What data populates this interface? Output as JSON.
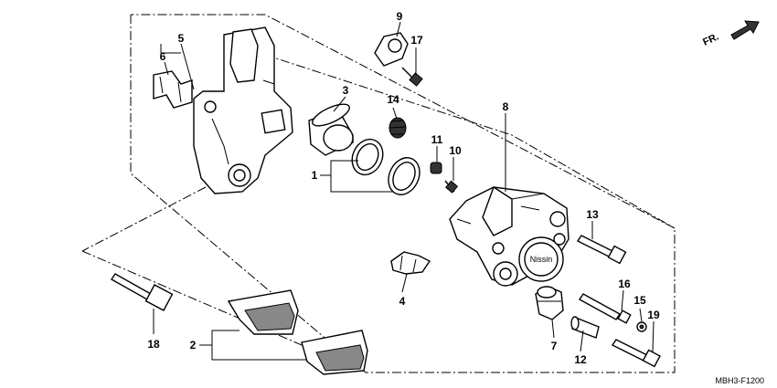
{
  "diagram": {
    "callouts": [
      {
        "id": "c1",
        "text": "1"
      },
      {
        "id": "c2",
        "text": "2"
      },
      {
        "id": "c3",
        "text": "3"
      },
      {
        "id": "c4",
        "text": "4"
      },
      {
        "id": "c5",
        "text": "5"
      },
      {
        "id": "c6",
        "text": "6"
      },
      {
        "id": "c7",
        "text": "7"
      },
      {
        "id": "c8",
        "text": "8"
      },
      {
        "id": "c9",
        "text": "9"
      },
      {
        "id": "c10",
        "text": "10"
      },
      {
        "id": "c11",
        "text": "11"
      },
      {
        "id": "c12",
        "text": "12"
      },
      {
        "id": "c13",
        "text": "13"
      },
      {
        "id": "c14",
        "text": "14"
      },
      {
        "id": "c15",
        "text": "15"
      },
      {
        "id": "c16",
        "text": "16"
      },
      {
        "id": "c17",
        "text": "17"
      },
      {
        "id": "c18",
        "text": "18"
      },
      {
        "id": "c19",
        "text": "19"
      }
    ],
    "direction_label": "FR.",
    "caliper_brand": "Nissin",
    "drawing_code": "MBH3-F1200"
  }
}
